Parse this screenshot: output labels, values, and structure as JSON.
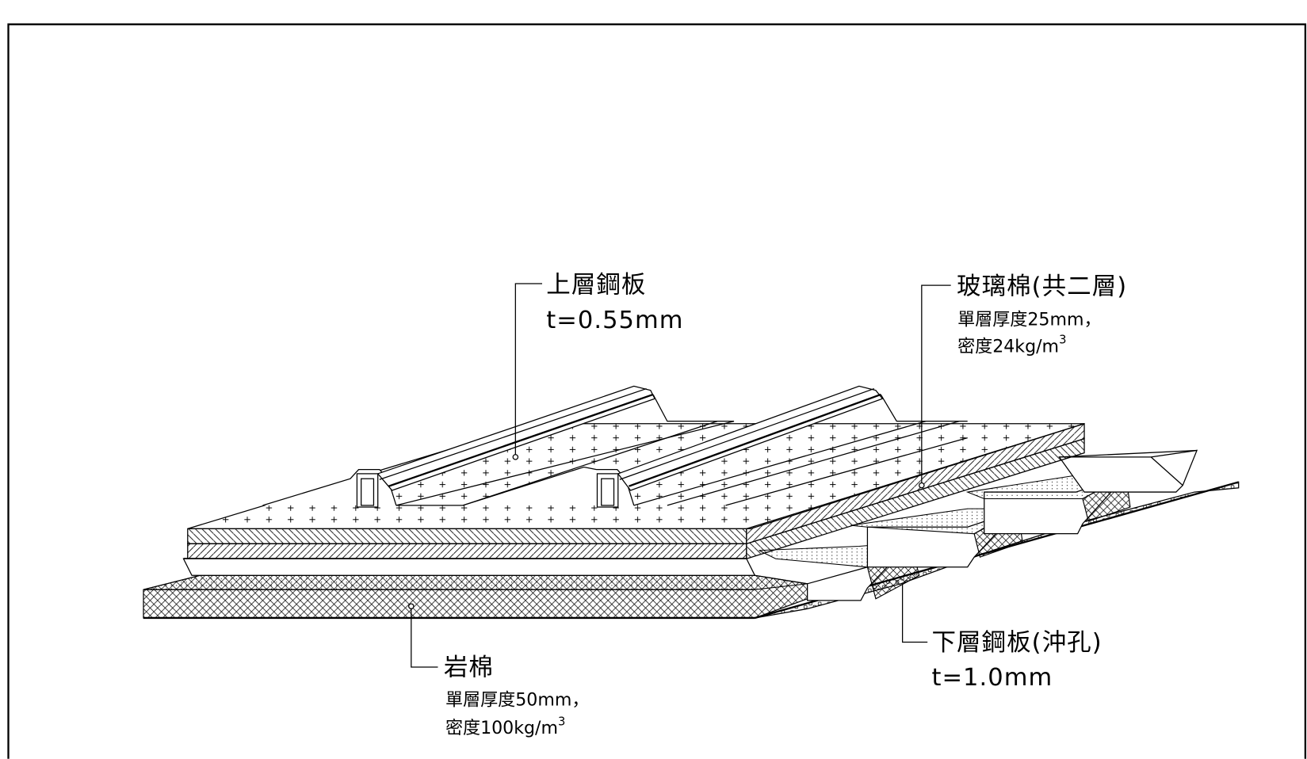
{
  "drawing": {
    "title": "Roof panel section - isometric",
    "labels": {
      "upper_steel": {
        "name": "上層鋼板",
        "spec": "t=0.55mm"
      },
      "glass_wool": {
        "name": "玻璃棉(共二層)",
        "spec_line1": "單層厚度25mm，",
        "spec_line2_prefix": "密度24kg/m",
        "spec_line2_sup": "3"
      },
      "lower_steel": {
        "name": "下層鋼板(沖孔)",
        "spec": "t=1.0mm"
      },
      "rock_wool": {
        "name": "岩棉",
        "spec_line1": "單層厚度50mm，",
        "spec_line2_prefix": "密度100kg/m",
        "spec_line2_sup": "3"
      }
    },
    "materials": [
      "upper steel sheet",
      "glass wool (2 layers)",
      "lower perforated steel sheet",
      "rock wool"
    ],
    "line_color": "#000000",
    "background": "#ffffff"
  }
}
